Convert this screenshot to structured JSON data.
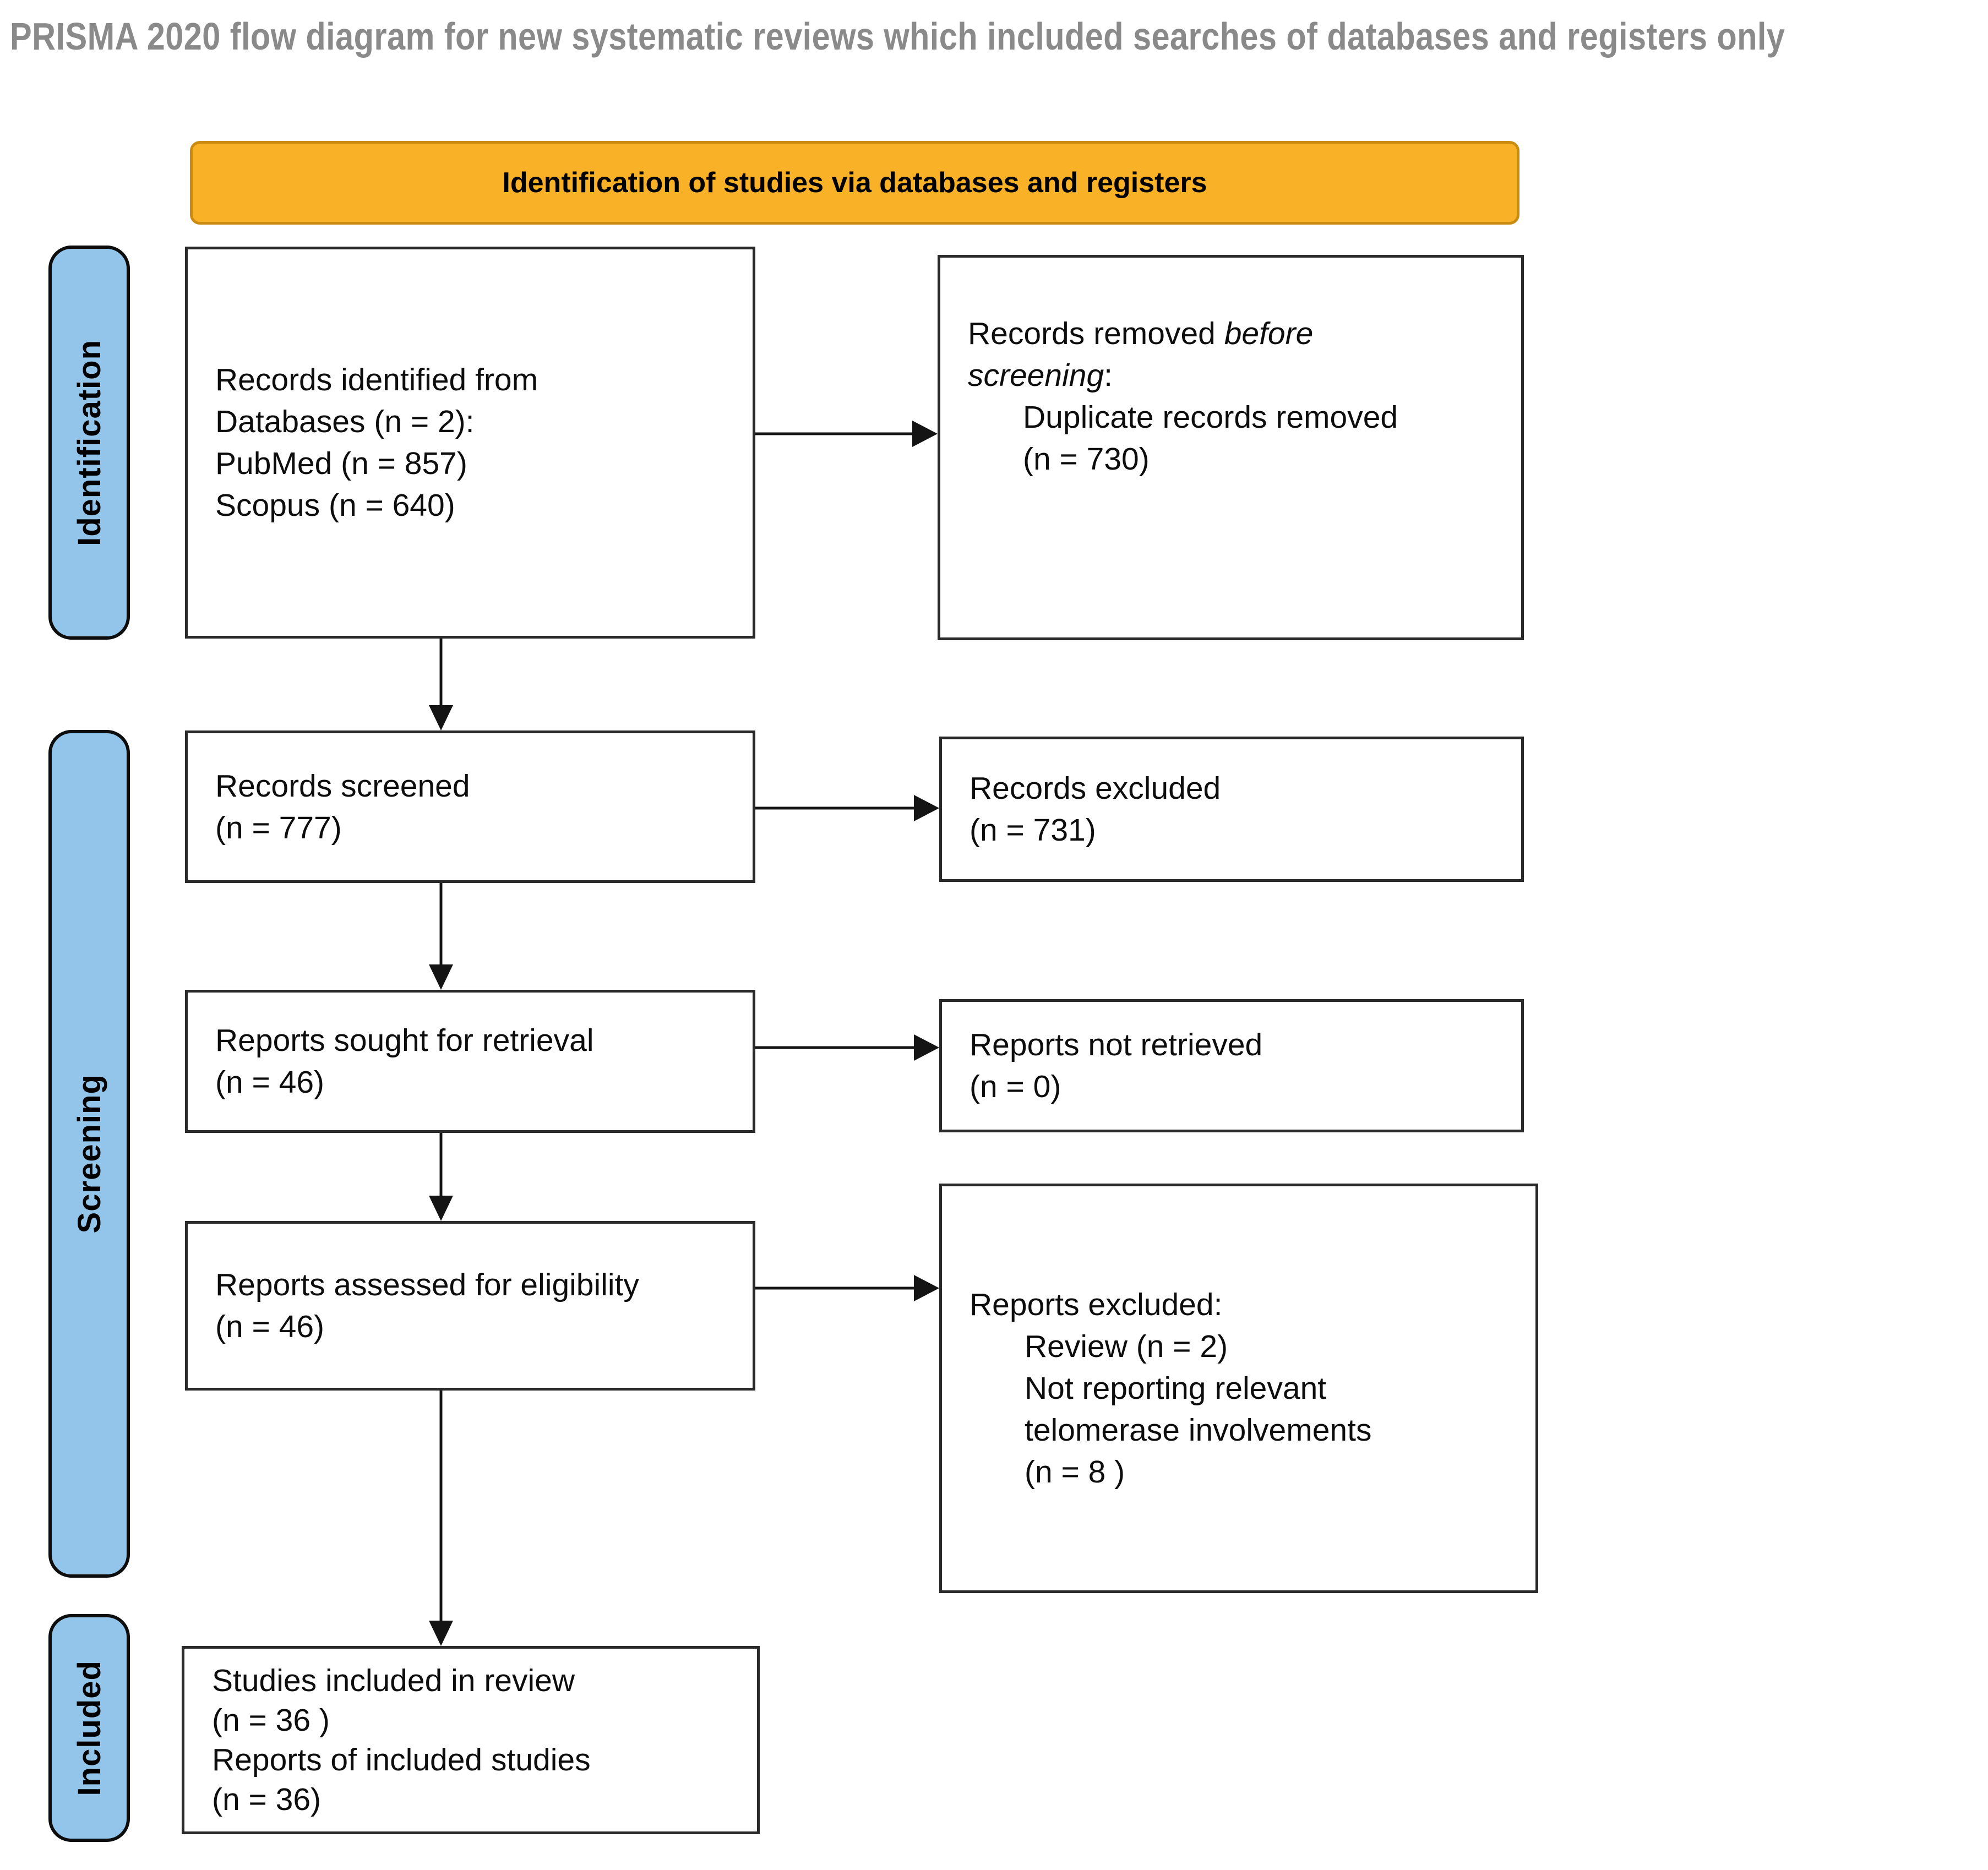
{
  "title": "PRISMA 2020 flow diagram for new systematic reviews which included searches of databases and registers only",
  "banner": {
    "label": "Identification of studies via databases and registers"
  },
  "stages": [
    {
      "label": "Identification"
    },
    {
      "label": "Screening"
    },
    {
      "label": "Included"
    }
  ],
  "boxes": {
    "records_identified": {
      "lines": [
        "Records identified from",
        "Databases (n = 2):",
        "PubMed (n = 857)",
        "Scopus (n = 640)"
      ]
    },
    "records_removed": {
      "l1_normal": "Records removed ",
      "l1_italic": "before",
      "l2_italic": "screening",
      "l2_colon": ":",
      "items": [
        "Duplicate records removed",
        "(n = 730)"
      ]
    },
    "records_screened": {
      "lines": [
        "Records screened",
        "(n = 777)"
      ]
    },
    "records_excluded": {
      "lines": [
        "Records excluded",
        "(n = 731)"
      ]
    },
    "reports_sought": {
      "lines": [
        "Reports sought for retrieval",
        "(n = 46)"
      ]
    },
    "reports_not_retrieved": {
      "lines": [
        "Reports not retrieved",
        "(n = 0)"
      ]
    },
    "reports_assessed": {
      "lines": [
        "Reports assessed for eligibility",
        "(n = 46)"
      ]
    },
    "reports_excluded": {
      "heading": "Reports excluded:",
      "items": [
        "Review (n = 2)",
        "Not reporting relevant",
        "telomerase involvements",
        "(n = 8 )"
      ]
    },
    "studies_included": {
      "lines": [
        "Studies included in review",
        "(n = 36 )",
        "Reports of included studies",
        "(n = 36)"
      ]
    }
  },
  "colors": {
    "banner_bg": "#F9B227",
    "banner_border": "#C98C10",
    "stage_bg": "#92C5E9",
    "stage_border": "#0D0D0D",
    "box_border": "#2A2A2A",
    "arrow": "#141414",
    "title_color": "#8A8A8A"
  }
}
